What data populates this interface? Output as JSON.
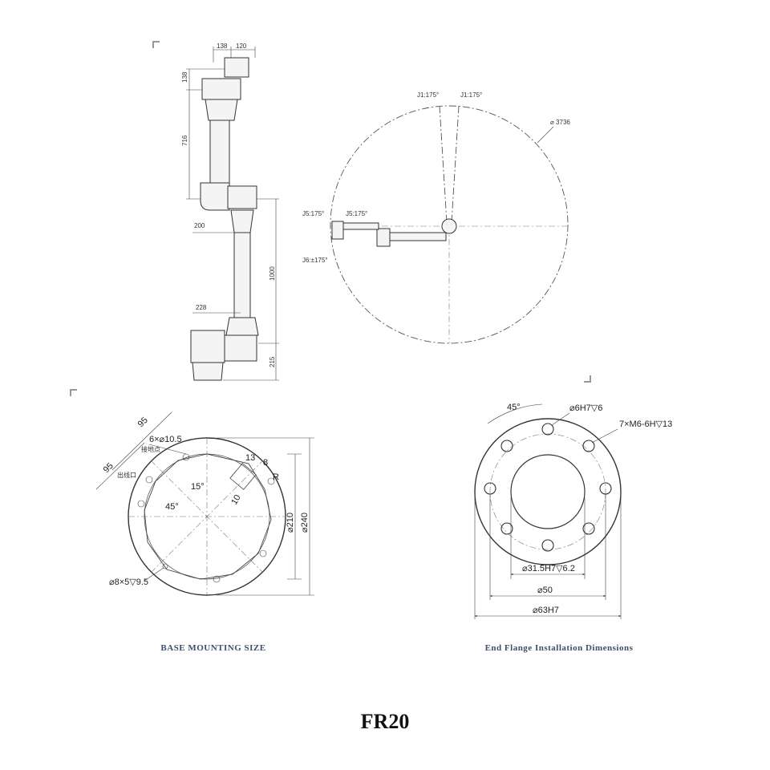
{
  "side_view": {
    "dims": {
      "top_offset": "138",
      "top_width": "120",
      "top_height": "138",
      "upper_arm": "716",
      "elbow_offset": "200",
      "lower_arm": "1000",
      "base_offset": "228",
      "base_height": "215"
    }
  },
  "top_view": {
    "labels": {
      "j1_left": "J1:175°",
      "j1_right": "J1:175°",
      "reach": "⌀ 3736",
      "j5_left": "J5:175°",
      "j5_right": "J5:175°",
      "j6": "J6:±175°"
    }
  },
  "base": {
    "caption": "BASE MOUNTING SIZE",
    "labels": {
      "dim_95_top": "95",
      "dim_95_left": "95",
      "holes": "6×⌀10.5",
      "ground": "接地点",
      "cable": "出线口",
      "angle_15": "15°",
      "angle_45": "45°",
      "dim_13": "13",
      "dim_8": "8",
      "dim_r": "R",
      "dim_10": "10",
      "dia_210": "⌀210",
      "dia_240": "⌀240",
      "pin": "⌀8×5▽9.5"
    }
  },
  "flange": {
    "caption": "End Flange Installation Dimensions",
    "labels": {
      "angle": "45°",
      "pin_hole": "⌀6H7▽6",
      "threads": "7×M6-6H▽13",
      "bore": "⌀31.5H7▽6.2",
      "pcd": "⌀50",
      "outer": "⌀63H7"
    }
  },
  "model": "FR20"
}
